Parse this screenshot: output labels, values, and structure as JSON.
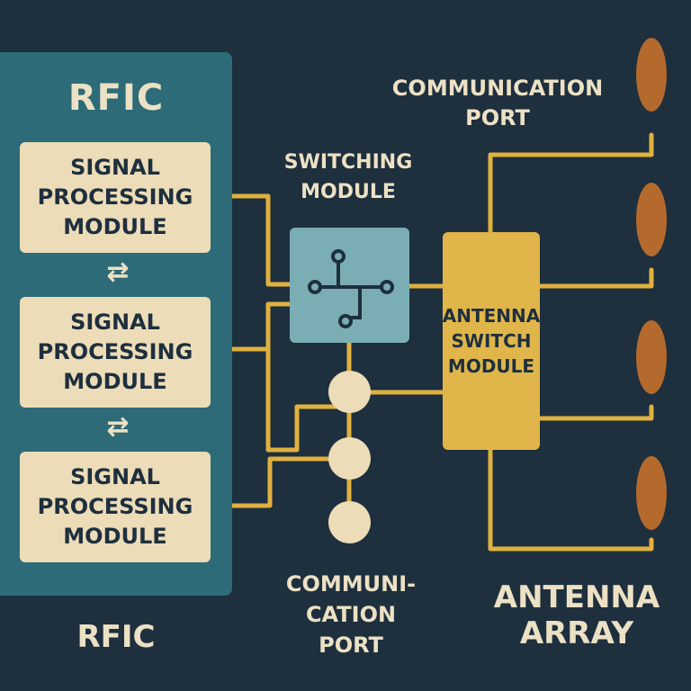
{
  "colors": {
    "background": "#1e2f3e",
    "rfic_panel": "#2d6b78",
    "module_fill": "#ecdcb8",
    "switching_module_fill": "#7aaeb4",
    "antenna_switch_fill": "#e0b64a",
    "wire": "#dfb13e",
    "antenna_element": "#b36a2c",
    "text_light": "#ece1c4",
    "text_dark": "#1e2f3e"
  },
  "rfic": {
    "title": "RFIC",
    "bottom_label": "RFIC",
    "modules": [
      {
        "label": "SIGNAL\nPROCESSING\nMODULE"
      },
      {
        "label": "SIGNAL\nPROCESSING\nMODULE"
      },
      {
        "label": "SIGNAL\nPROCESSING\nMODULE"
      }
    ],
    "exchange_icon": "⇄"
  },
  "switching_module": {
    "label": "SWITCHING\nMODULE",
    "icon": "switch-node-icon"
  },
  "antenna_switch_module": {
    "label": "ANTENNA\nSWITCH\nMODULE"
  },
  "communication_port_top": {
    "label": "COMMUNICATION\nPORT"
  },
  "communication_port_bottom": {
    "label": "COMMUNI-\nCATION\nPORT",
    "node_count": 3
  },
  "antenna_array": {
    "label": "ANTENNA\nARRAY",
    "element_count": 4
  }
}
